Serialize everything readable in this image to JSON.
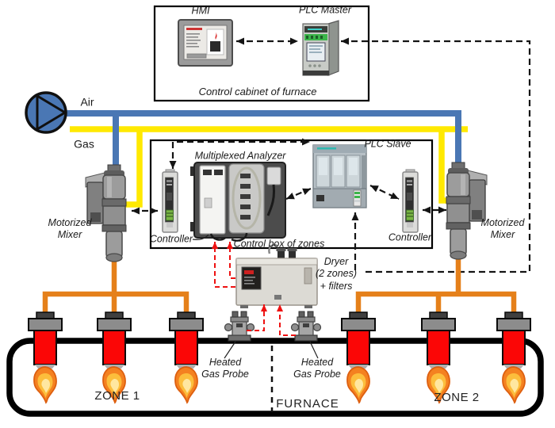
{
  "cabinet": {
    "hmi_label": "HMI",
    "plc_master_label": "PLC Master",
    "caption": "Control cabinet of furnace"
  },
  "supply": {
    "air_label": "Air",
    "gas_label": "Gas"
  },
  "control_box": {
    "analyzer_label": "Multiplexed Analyzer",
    "plc_slave_label": "PLC Slave",
    "left_controller_label": "Controller",
    "right_controller_label": "Controller",
    "caption": "Control box of zones"
  },
  "mixers": {
    "left_label": "Motorized\nMixer",
    "right_label": "Motorized\nMixer"
  },
  "dryer": {
    "label": "Dryer\n(2 zones)\n+ filters"
  },
  "probes": {
    "left_label": "Heated\nGas Probe",
    "right_label": "Heated\nGas Probe"
  },
  "furnace": {
    "zone1_label": "ZONE 1",
    "zone2_label": "ZONE 2",
    "furnace_label": "FURNACE"
  },
  "colors": {
    "air_line": "#4a77b4",
    "gas_line": "#ffe900",
    "mixture_line": "#e5801a",
    "burner_red": "#fb0606",
    "flame_orange": "#f48120",
    "flame_yellow": "#fcbe3c",
    "signal_dashed": "#141414",
    "sample_dashed": "#ee1111",
    "furnace_outline": "#000000"
  },
  "icons": {
    "fan": "air-fan-icon",
    "flame": "flame-icon",
    "burner": "burner-icon",
    "mixer": "motorized-mixer-icon",
    "probe": "heated-gas-probe-icon"
  }
}
